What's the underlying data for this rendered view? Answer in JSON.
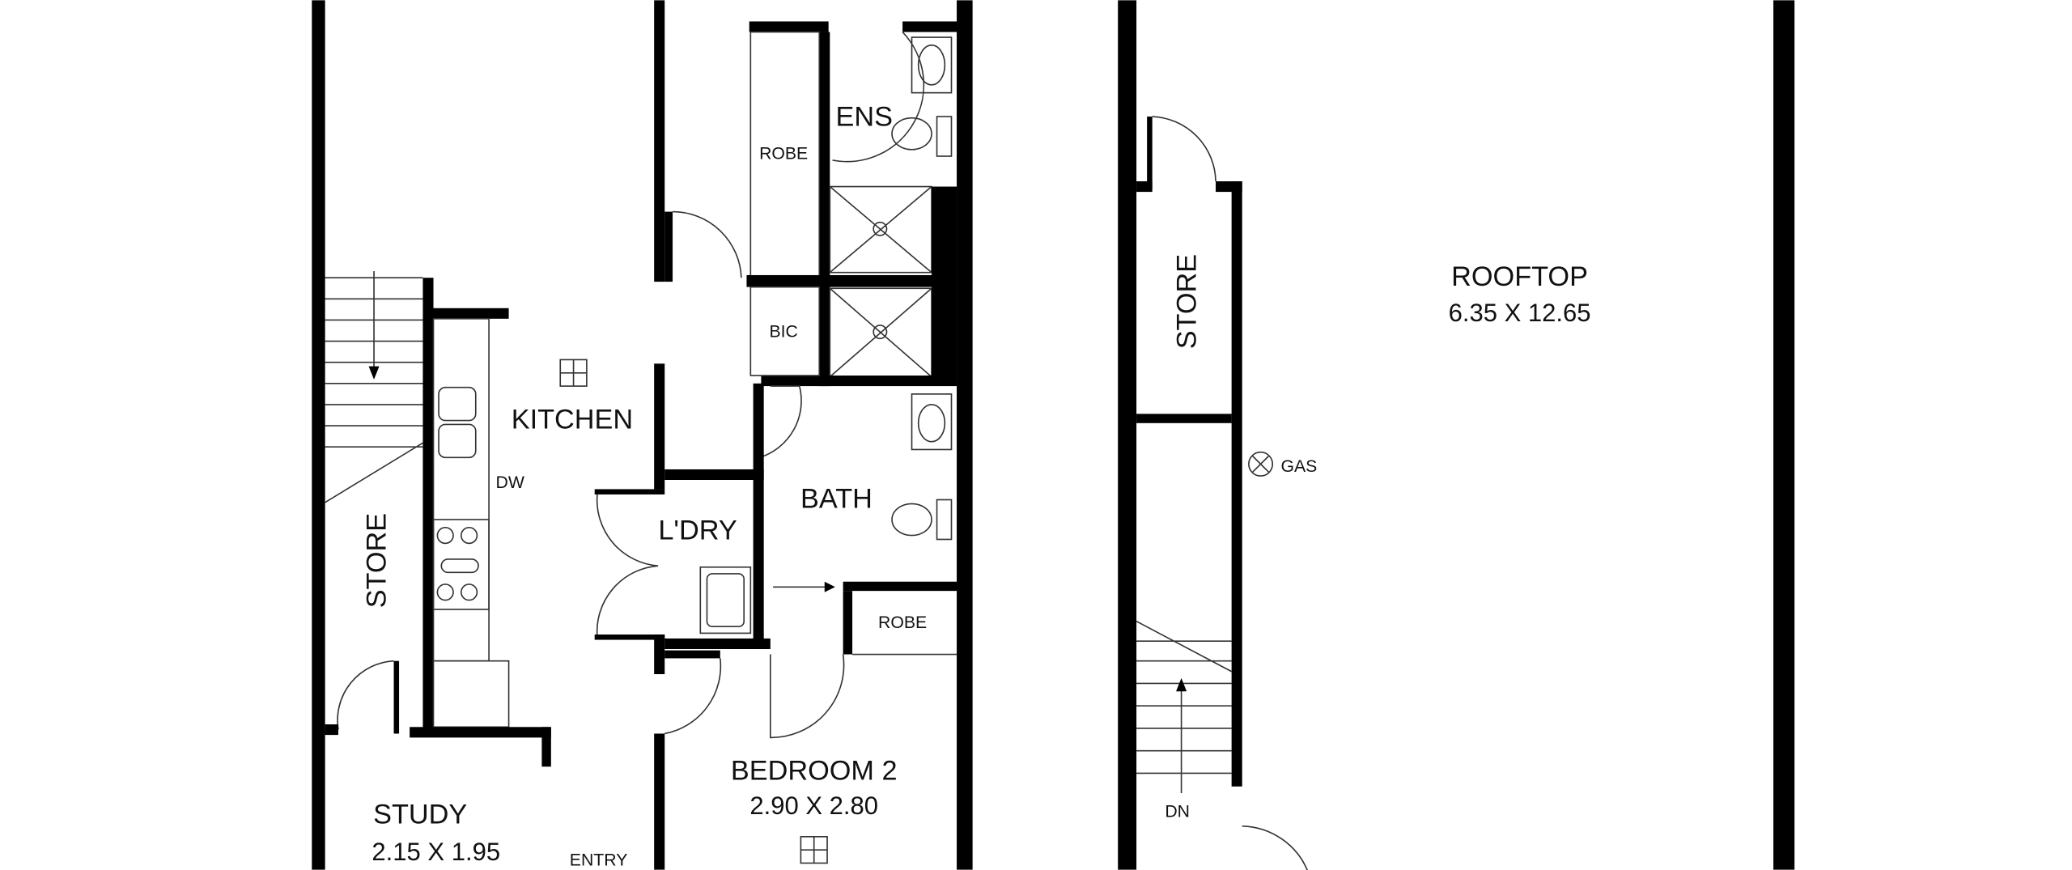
{
  "left_plan": {
    "rooms": {
      "ens": "ENS",
      "robe_top": "ROBE",
      "bic": "BIC",
      "kitchen": "KITCHEN",
      "dw": "DW",
      "store": "STORE",
      "laundry": "L'DRY",
      "bath": "BATH",
      "robe_bed2": "ROBE",
      "study": "STUDY",
      "study_dims": "2.15 X 1.95",
      "entry": "ENTRY",
      "bedroom2": "BEDROOM 2",
      "bedroom2_dims": "2.90 X 2.80"
    }
  },
  "right_plan": {
    "store": "STORE",
    "gas": "GAS",
    "dn": "DN",
    "rooftop": "ROOFTOP",
    "rooftop_dims": "6.35 X 12.65"
  }
}
